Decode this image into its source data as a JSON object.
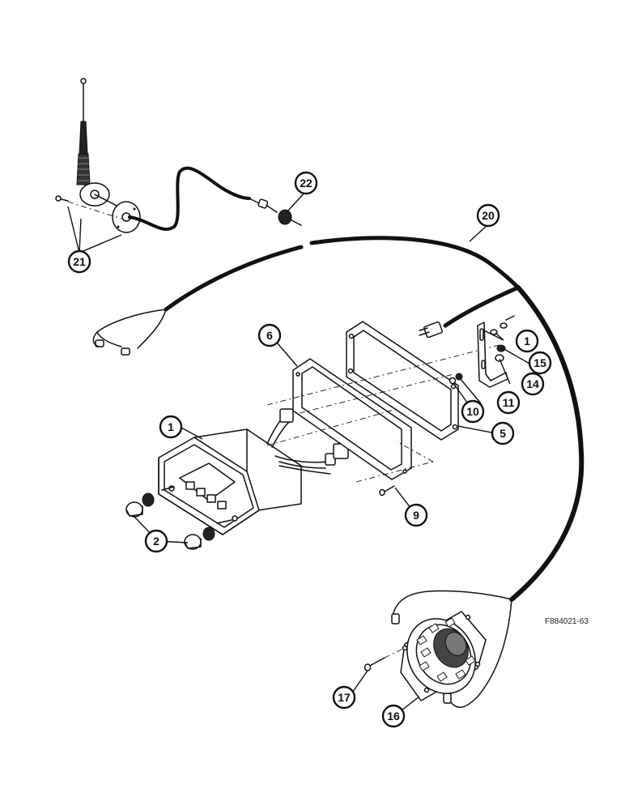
{
  "figure_ref": "F884021-63",
  "callouts": [
    {
      "id": "c21",
      "label": "21"
    },
    {
      "id": "c22",
      "label": "22"
    },
    {
      "id": "c20",
      "label": "20"
    },
    {
      "id": "c1a",
      "label": "1"
    },
    {
      "id": "c15",
      "label": "15"
    },
    {
      "id": "c14",
      "label": "14"
    },
    {
      "id": "c6",
      "label": "6"
    },
    {
      "id": "c11",
      "label": "11"
    },
    {
      "id": "c10",
      "label": "10"
    },
    {
      "id": "c5",
      "label": "5"
    },
    {
      "id": "c1b",
      "label": "1"
    },
    {
      "id": "c9",
      "label": "9"
    },
    {
      "id": "c2",
      "label": "2"
    },
    {
      "id": "c17",
      "label": "17"
    },
    {
      "id": "c16",
      "label": "16"
    }
  ]
}
